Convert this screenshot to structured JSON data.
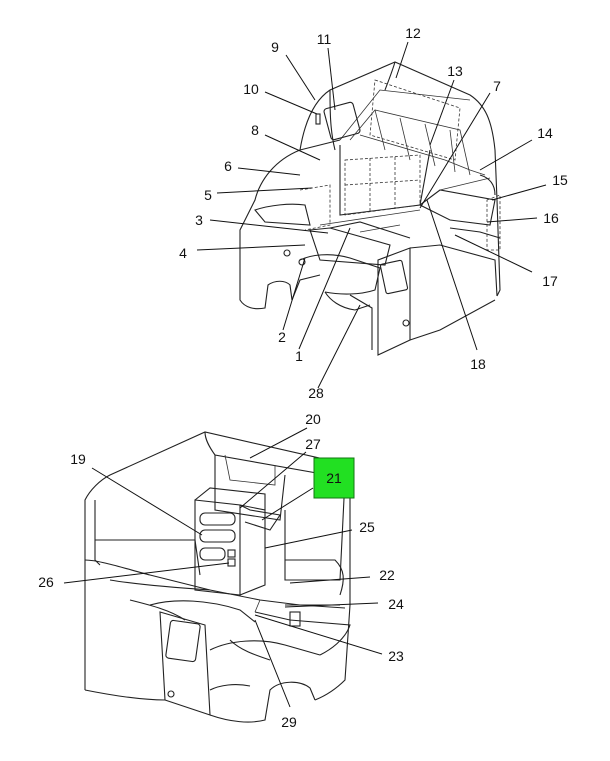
{
  "callouts": {
    "c1": "1",
    "c2": "2",
    "c3": "3",
    "c4": "4",
    "c5": "5",
    "c6": "6",
    "c7": "7",
    "c8": "8",
    "c9": "9",
    "c10": "10",
    "c11": "11",
    "c12": "12",
    "c13": "13",
    "c14": "14",
    "c15": "15",
    "c16": "16",
    "c17": "17",
    "c18": "18",
    "c19": "19",
    "c20": "20",
    "c21": "21",
    "c22": "22",
    "c23": "23",
    "c24": "24",
    "c25": "25",
    "c26": "26",
    "c27": "27",
    "c28": "28",
    "c29": "29"
  },
  "highlight": {
    "label": "21",
    "color": "#22e022"
  },
  "footer": {
    "left": "",
    "right": ""
  }
}
